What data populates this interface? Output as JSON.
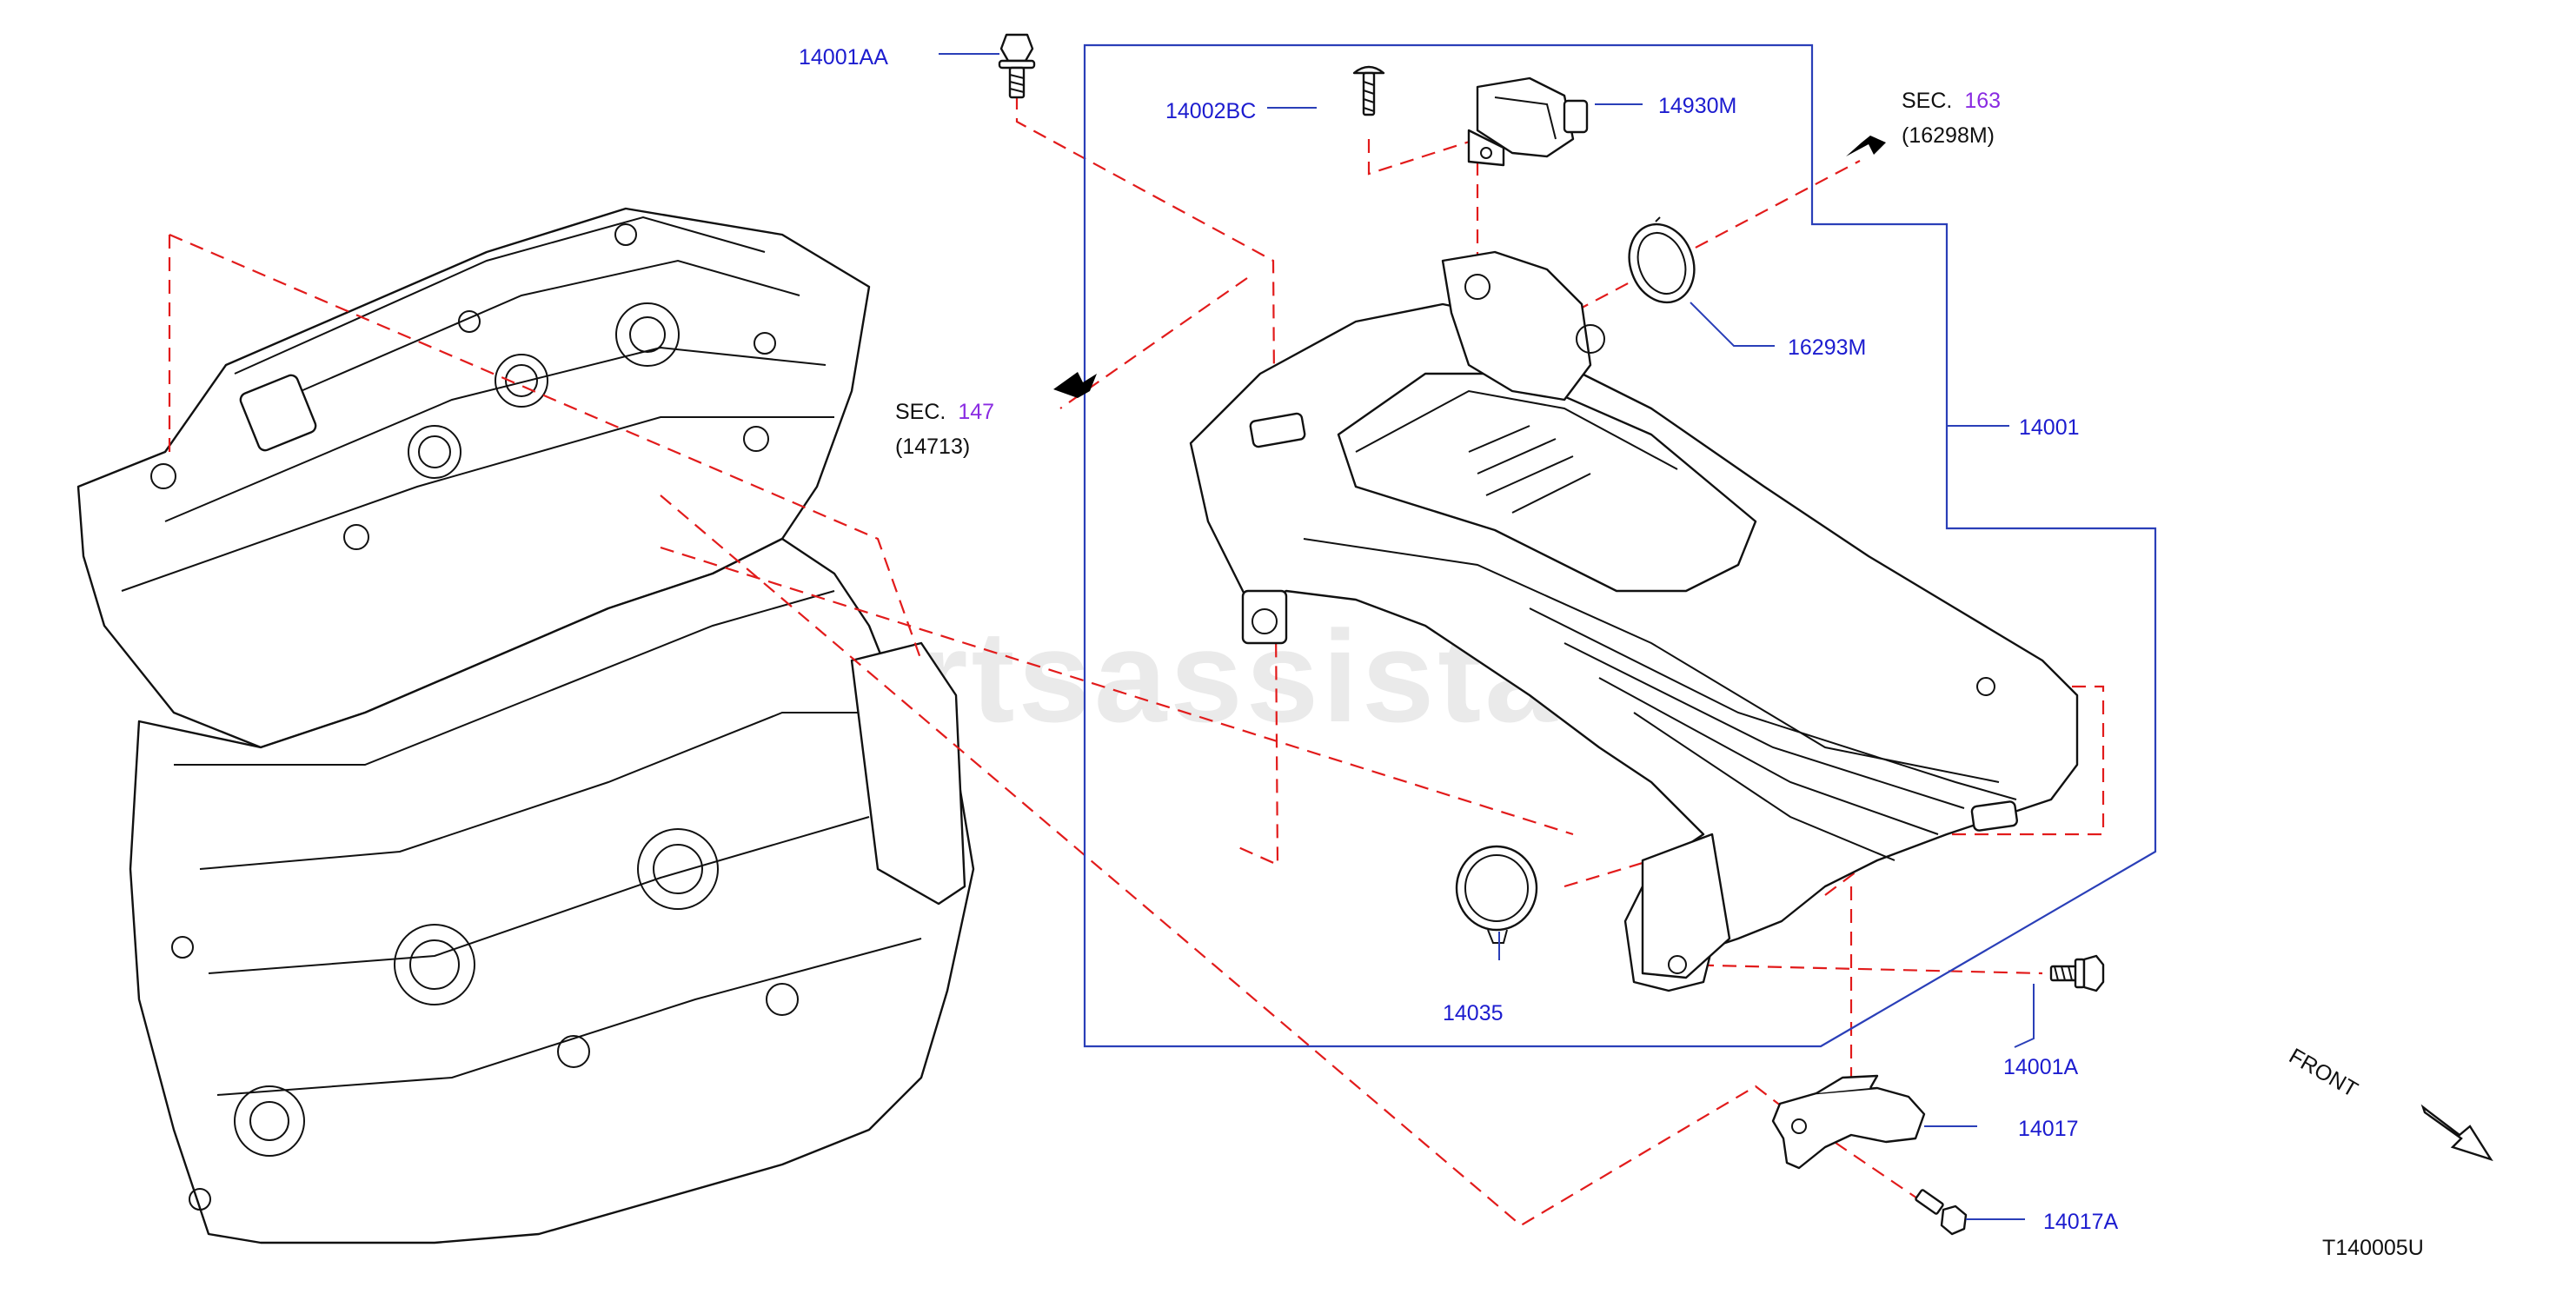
{
  "watermark": "www.partsassistant.com",
  "diagram_code": "T140005U",
  "front_label": "FRONT",
  "colors": {
    "part_label": "#1c1ccf",
    "section_number": "#8a2be2",
    "leader": "#2a3fb8",
    "phantom": "#e21b1b",
    "linework": "#111111"
  },
  "sections": [
    {
      "prefix": "SEC.",
      "number": "147",
      "ref": "(14713)"
    },
    {
      "prefix": "SEC.",
      "number": "163",
      "ref": "(16298M)"
    }
  ],
  "parts": [
    "14001AA",
    "14002BC",
    "14930M",
    "16293M",
    "14001",
    "14035",
    "14001A",
    "14017",
    "14017A"
  ]
}
